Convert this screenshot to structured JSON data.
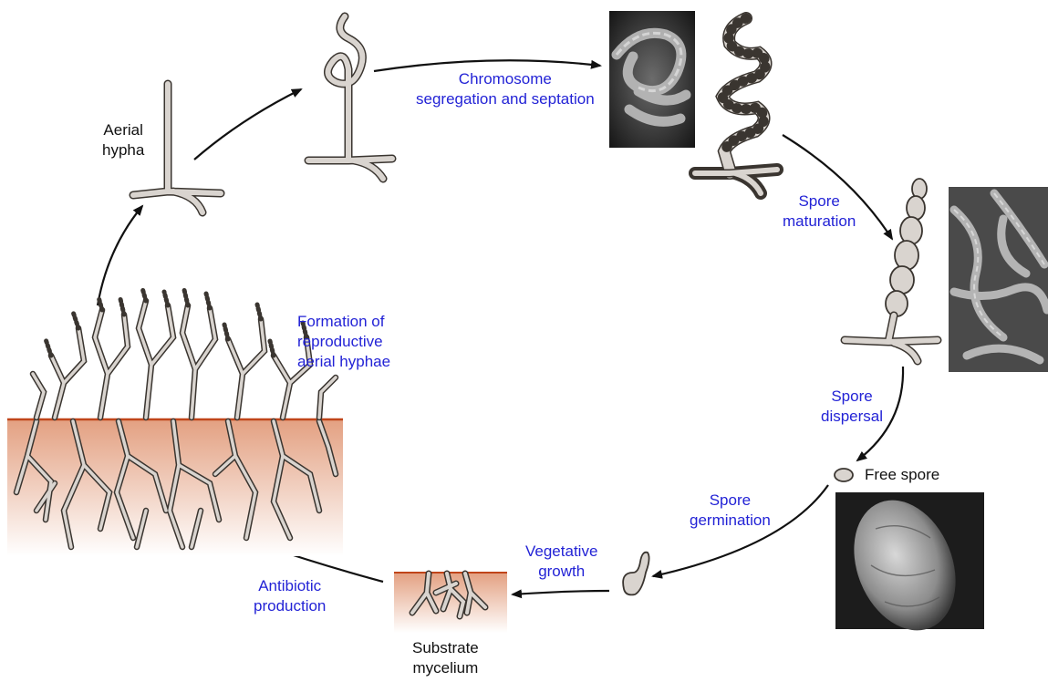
{
  "diagram": {
    "stage_labels": {
      "aerial_hypha": [
        "Aerial",
        "hypha"
      ],
      "free_spore": "Free spore",
      "substrate_mycelium": [
        "Substrate",
        "mycelium"
      ]
    },
    "process_labels": {
      "chromosome_segregation": [
        "Chromosome",
        "segregation and septation"
      ],
      "spore_maturation": [
        "Spore",
        "maturation"
      ],
      "spore_dispersal": [
        "Spore",
        "dispersal"
      ],
      "spore_germination": [
        "Spore",
        "germination"
      ],
      "vegetative_growth": [
        "Vegetative",
        "growth"
      ],
      "antibiotic_production": [
        "Antibiotic",
        "production"
      ],
      "formation_aerial_hyphae": [
        "Formation of",
        "reproductive",
        "aerial hyphae"
      ]
    },
    "colors": {
      "process_label": "#2323d6",
      "stage_label": "#111111",
      "cell_fill": "#d9d4cf",
      "cell_outline": "#3a3530",
      "soil_line": "#c0451a",
      "soil_top": "#e6a78a",
      "micrograph_bg": "#2a2a2a"
    },
    "micrographs": [
      "spiral-spore-chain-micrograph",
      "spore-chains-micrograph",
      "single-spore-micrograph"
    ]
  }
}
